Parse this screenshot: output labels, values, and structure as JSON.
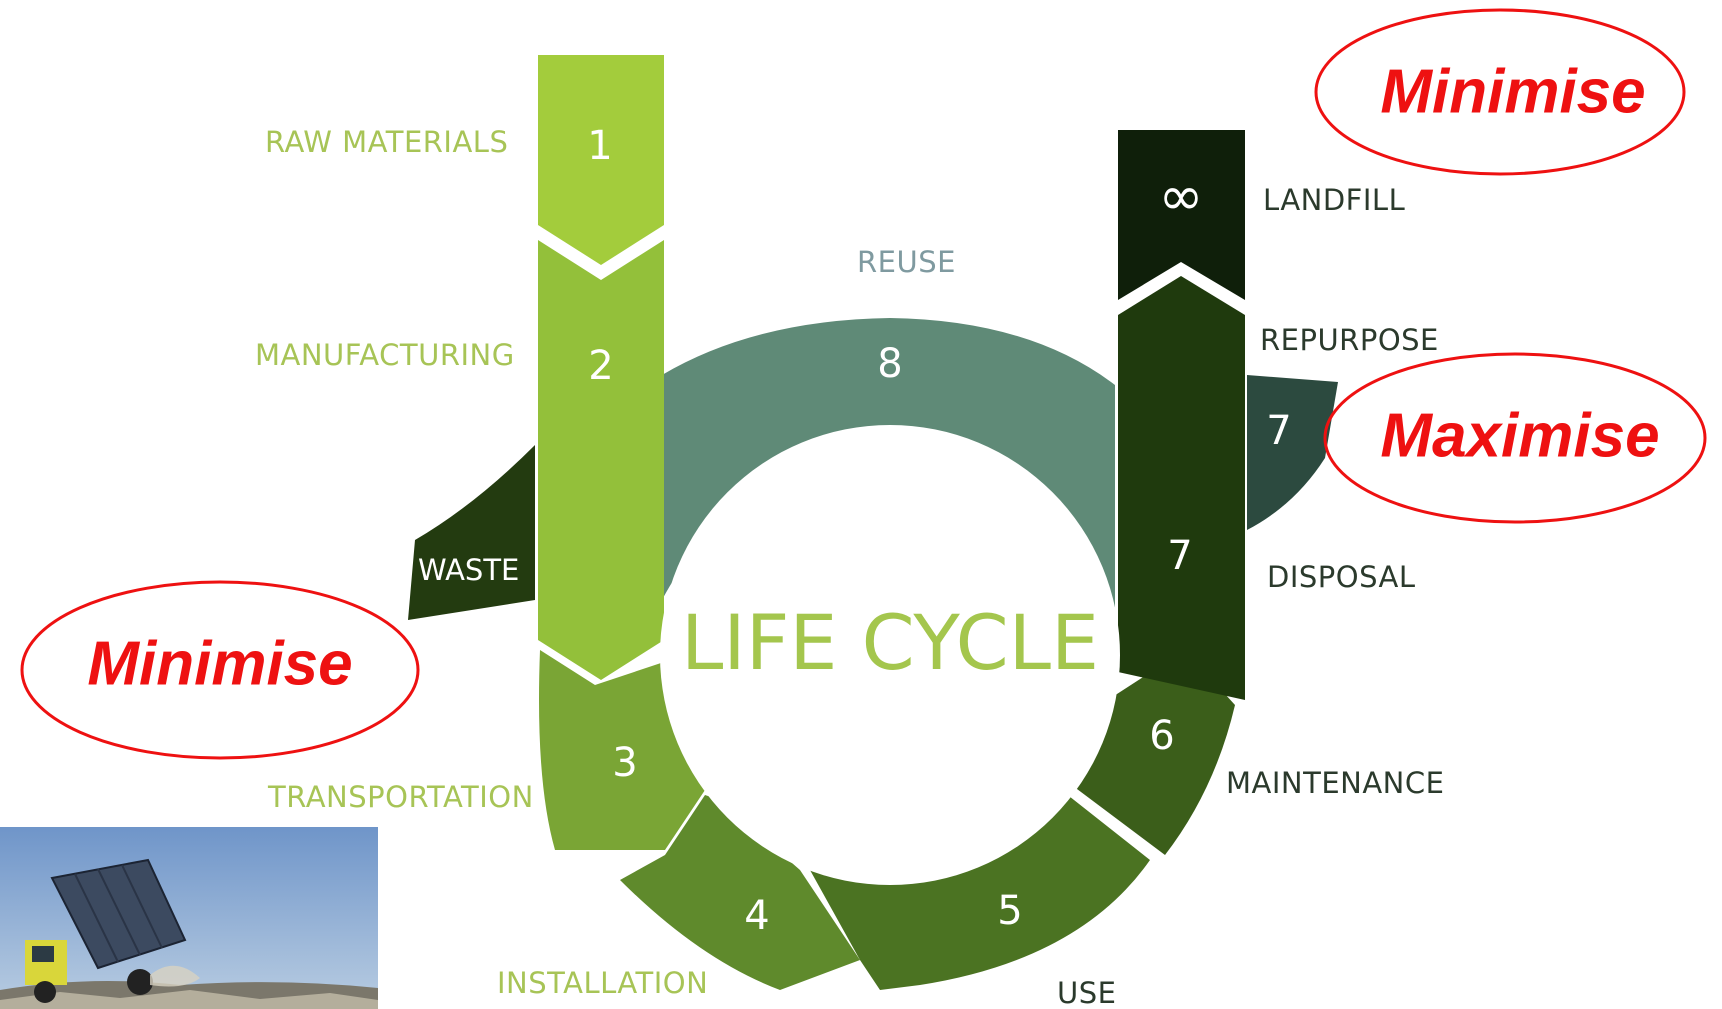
{
  "diagram": {
    "center_title": "LIFE CYCLE",
    "stages": [
      {
        "number": "1",
        "label": "RAW MATERIALS",
        "color": "#a3cc3c"
      },
      {
        "number": "2",
        "label": "MANUFACTURING",
        "color": "#93c03a"
      },
      {
        "number": "3",
        "label": "TRANSPORTATION",
        "color": "#7aa535"
      },
      {
        "number": "4",
        "label": "INSTALLATION",
        "color": "#5f8a2c"
      },
      {
        "number": "5",
        "label": "USE",
        "color": "#4b7322"
      },
      {
        "number": "6",
        "label": "MAINTENANCE",
        "color": "#3b5e1a"
      },
      {
        "number": "7",
        "label": "DISPOSAL",
        "color": "#1f3a0d"
      },
      {
        "number": "7",
        "label": "REPURPOSE",
        "color": "#2c4a3f"
      },
      {
        "number": "8",
        "label": "REUSE",
        "color": "#5f8a77"
      },
      {
        "number": "∞",
        "label": "LANDFILL",
        "color": "#0f1f0a"
      }
    ],
    "waste_label": "WASTE",
    "waste_color": "#233b10"
  },
  "callouts": [
    {
      "text": "Minimise",
      "target": "landfill"
    },
    {
      "text": "Maximise",
      "target": "repurpose"
    },
    {
      "text": "Minimise",
      "target": "waste"
    }
  ],
  "callout_color": "#ee1111",
  "photo": {
    "subject": "dump truck unloading at a landfill site"
  }
}
